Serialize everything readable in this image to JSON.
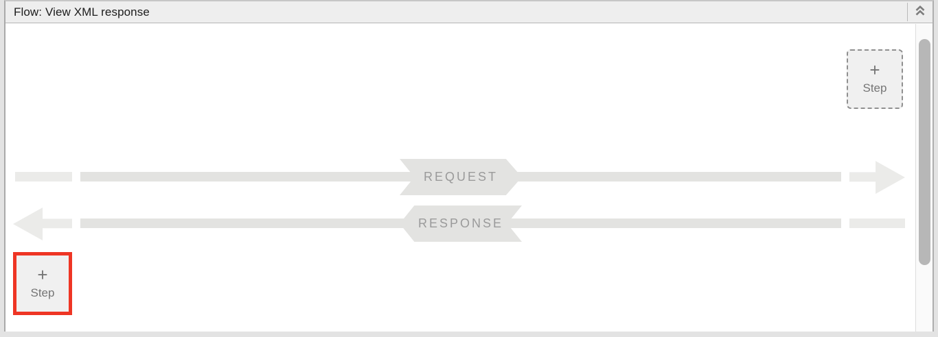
{
  "header": {
    "title": "Flow: View XML response",
    "collapse_icon": "chevron-double-up"
  },
  "flow": {
    "request": {
      "label": "REQUEST",
      "direction": "left-to-right"
    },
    "response": {
      "label": "RESPONSE",
      "direction": "right-to-left"
    }
  },
  "step_buttons": {
    "top_right": {
      "plus": "+",
      "label": "Step"
    },
    "bottom_left": {
      "plus": "+",
      "label": "Step"
    }
  },
  "annotation": {
    "type": "highlight-box",
    "color": "#ee3524"
  },
  "colors": {
    "header_bg": "#eeeeee",
    "canvas_bg": "#ffffff",
    "flow_bar": "#e3e3e1",
    "flow_bar_light": "#ebebe9",
    "flow_label_text": "#9a9a9a",
    "step_text": "#757575",
    "highlight_red": "#ee3524",
    "scroll_thumb": "#b7b7b7"
  }
}
